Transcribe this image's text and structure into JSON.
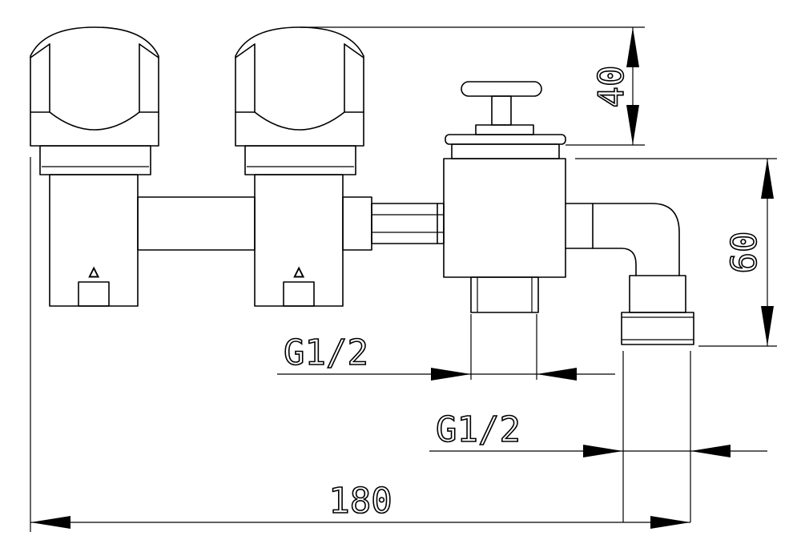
{
  "dimensions": {
    "overall_width": "180",
    "height_top": "40",
    "height_right": "60",
    "thread_outlet": "G1/2",
    "thread_spout": "G1/2"
  },
  "markings": {
    "left_valve_mark": "△",
    "right_valve_mark": "△"
  },
  "icons": {
    "valve_handle": "valve-handle-icon",
    "diverter_knob": "diverter-knob-icon"
  }
}
